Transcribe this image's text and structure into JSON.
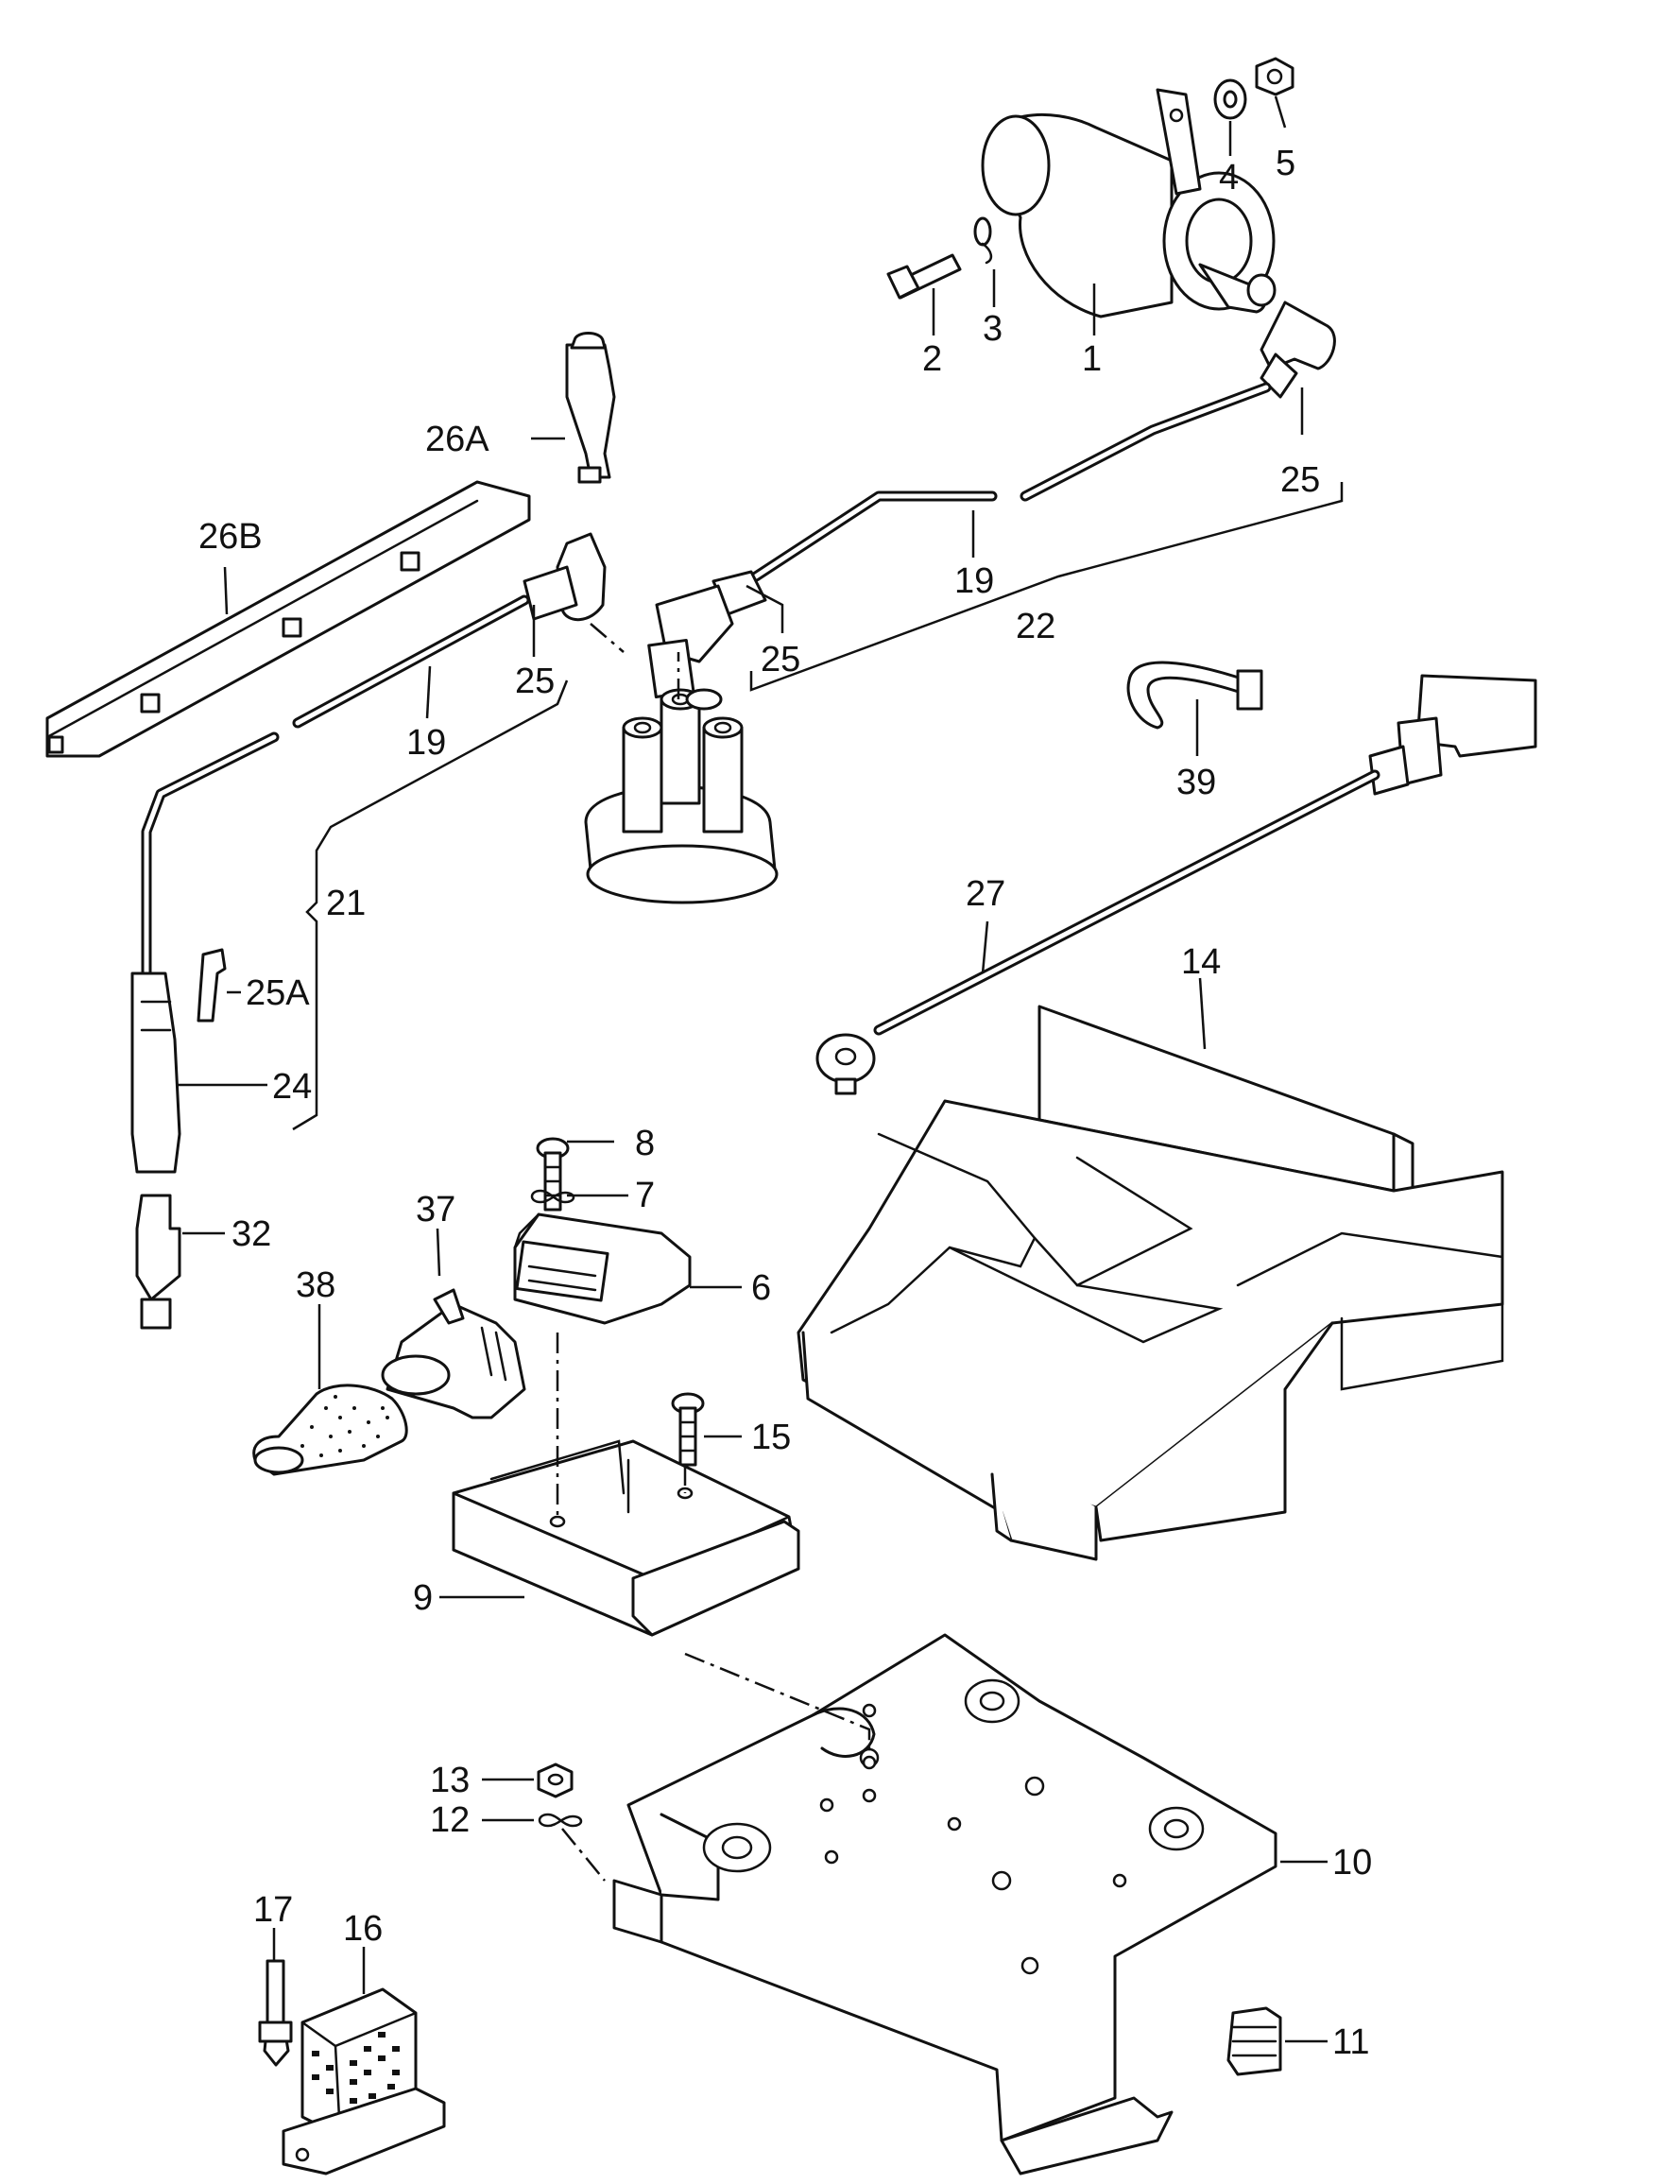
{
  "callouts": {
    "c1": "1",
    "c2": "2",
    "c3": "3",
    "c4": "4",
    "c5": "5",
    "c6": "6",
    "c7": "7",
    "c8": "8",
    "c9": "9",
    "c10": "10",
    "c11": "11",
    "c12": "12",
    "c13": "13",
    "c14": "14",
    "c15": "15",
    "c16": "16",
    "c17": "17",
    "c19a": "19",
    "c19b": "19",
    "c21": "21",
    "c22": "22",
    "c24": "24",
    "c25a": "25",
    "c25b": "25",
    "c25c": "25",
    "c25A": "25A",
    "c26A": "26A",
    "c26B": "26B",
    "c27": "27",
    "c32": "32",
    "c37": "37",
    "c38": "38",
    "c39": "39"
  }
}
